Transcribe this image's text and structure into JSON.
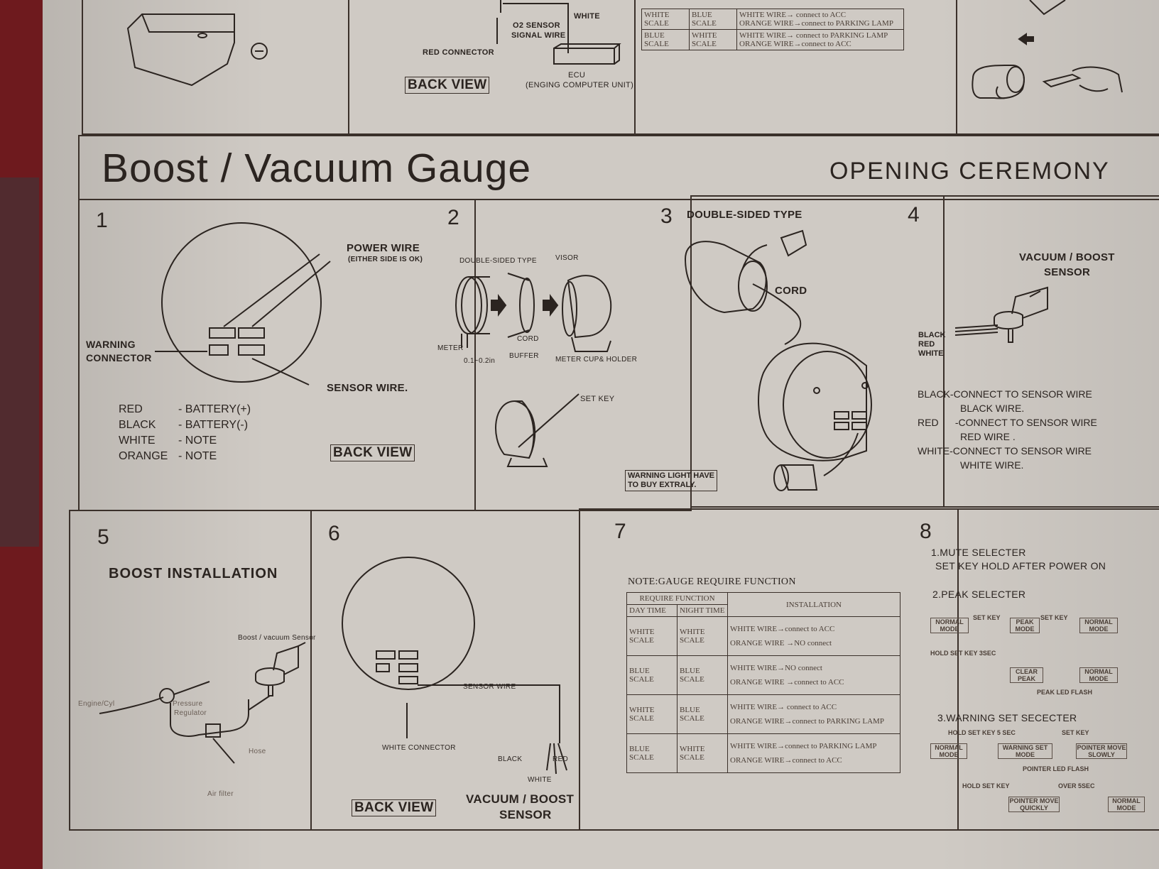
{
  "top_row": {
    "panel_b": {
      "red_connector": "RED CONNECTOR",
      "o2_sensor": "O2 SENSOR",
      "signal_wire": "SIGNAL WIRE",
      "white": "WHITE",
      "back_view": "BACK VIEW",
      "ecu": "ECU",
      "ecu_desc": "(ENGING COMPUTER UNIT)"
    },
    "panel_c_rows": [
      {
        "day": "WHITE SCALE",
        "night": "BLUE SCALE",
        "line1": "WHITE WIRE→ connect to ACC",
        "line2": "ORANGE WIRE→connect to PARKING LAMP"
      },
      {
        "day": "BLUE SCALE",
        "night": "WHITE SCALE",
        "line1": "WHITE WIRE→ connect to PARKING LAMP",
        "line2": "ORANGE WIRE→connect to ACC"
      }
    ]
  },
  "header": {
    "title": "Boost / Vacuum  Gauge",
    "subtitle": "OPENING CEREMONY"
  },
  "p1": {
    "num": "1",
    "power_wire": "POWER WIRE",
    "either_side": "(EITHER SIDE IS OK)",
    "warning": "WARNING",
    "connector": "CONNECTOR",
    "sensor_wire": "SENSOR WIRE.",
    "legend": [
      {
        "color": "RED",
        "value": "- BATTERY(+)"
      },
      {
        "color": "BLACK",
        "value": "- BATTERY(-)"
      },
      {
        "color": "WHITE",
        "value": "- NOTE"
      },
      {
        "color": "ORANGE",
        "value": "- NOTE"
      }
    ],
    "back_view": "BACK VIEW"
  },
  "p2": {
    "num": "2",
    "double_sided": "DOUBLE-SIDED TYPE",
    "visor": "VISOR",
    "meter": "METER",
    "cord": "CORD",
    "dim": "0.1~0.2in",
    "buffer": "BUFFER",
    "cup": "METER CUP& HOLDER",
    "set_key": "SET KEY"
  },
  "p3": {
    "num": "3",
    "title": "DOUBLE-SIDED TYPE",
    "cord": "CORD",
    "warning1": "WARNING LIGHT HAVE",
    "warning2": "TO BUY EXTRALY."
  },
  "p4": {
    "num": "4",
    "title1": "VACUUM / BOOST",
    "title2": "SENSOR",
    "wires": [
      "BLACK",
      "RED",
      "WHITE"
    ],
    "lines": [
      "BLACK-CONNECT TO SENSOR WIRE",
      "BLACK WIRE.",
      "RED      -CONNECT TO SENSOR WIRE",
      "RED WIRE .",
      "WHITE-CONNECT TO SENSOR WIRE",
      "WHITE WIRE."
    ]
  },
  "p5": {
    "num": "5",
    "title": "BOOST  INSTALLATION",
    "sensor": "Boost / vacuum Sensor",
    "engine": "Engine/Cyl",
    "regulator1": "Pressure",
    "regulator2": "Regulator",
    "hose": "Hose",
    "filter": "Air filter"
  },
  "p6": {
    "num": "6",
    "sensor_wire": "SENSOR WIRE",
    "white_connector": "WHITE CONNECTOR",
    "black": "BLACK",
    "red": "RED",
    "white": "WHITE",
    "back_view": "BACK VIEW",
    "sensor1": "VACUUM / BOOST",
    "sensor2": "SENSOR"
  },
  "p7": {
    "num": "7",
    "note": "NOTE:GAUGE REQUIRE FUNCTION",
    "headers": {
      "require": "REQUIRE FUNCTION",
      "installation": "INSTALLATION",
      "day": "DAY TIME",
      "night": "NIGHT TIME"
    },
    "rows": [
      {
        "day": "WHITE SCALE",
        "night": "WHITE SCALE",
        "line1": "WHITE WIRE→connect to ACC",
        "line2": "ORANGE WIRE →NO connect"
      },
      {
        "day": "BLUE SCALE",
        "night": "BLUE SCALE",
        "line1": "WHITE WIRE→NO connect",
        "line2": "ORANGE WIRE →connect to ACC"
      },
      {
        "day": "WHITE SCALE",
        "night": "BLUE SCALE",
        "line1": "WHITE WIRE→ connect to ACC",
        "line2": "ORANGE WIRE→connect to PARKING LAMP"
      },
      {
        "day": "BLUE SCALE",
        "night": "WHITE SCALE",
        "line1": "WHITE WIRE→connect to PARKING LAMP",
        "line2": "ORANGE WIRE→connect to ACC"
      }
    ]
  },
  "p8": {
    "num": "8",
    "mute": "1.MUTE SELECTER",
    "mute_desc": "SET KEY HOLD AFTER POWER ON",
    "peak": "2.PEAK SELECTER",
    "normal": "NORMAL MODE",
    "peak_mode": "PEAK MODE",
    "set_key": "SET KEY",
    "hold3": "HOLD SET KEY 3SEC",
    "clear_peak": "CLEAR PEAK",
    "peak_led": "PEAK LED FLASH",
    "warning_set": "3.WARNING SET SECECTER",
    "hold_sec": "HOLD SET KEY 5 SEC",
    "warning_mode": "WARNING SET MODE",
    "pointer_move": "POINTER MOVE SLOWLY",
    "pointer_led": "POINTER LED FLASH",
    "hold_set_key": "HOLD SET KEY",
    "over5": "OVER 5SEC",
    "pointer_quick": "POINTER MOVE QUICKLY"
  }
}
